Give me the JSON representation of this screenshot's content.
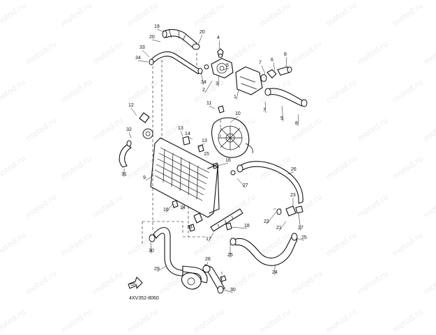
{
  "watermark": "motod.ru",
  "diagram_code": "4XV352-8060",
  "callouts": [
    {
      "id": "c19",
      "num": "19"
    },
    {
      "id": "c20a",
      "num": "20"
    },
    {
      "id": "c20b",
      "num": "20"
    },
    {
      "id": "c4",
      "num": "4"
    },
    {
      "id": "c33",
      "num": "33"
    },
    {
      "id": "c34a",
      "num": "34"
    },
    {
      "id": "c34b",
      "num": "34"
    },
    {
      "id": "c5",
      "num": "5"
    },
    {
      "id": "c3",
      "num": "3"
    },
    {
      "id": "c2",
      "num": "2"
    },
    {
      "id": "c1",
      "num": "1"
    },
    {
      "id": "c7a",
      "num": "7"
    },
    {
      "id": "c6",
      "num": "6"
    },
    {
      "id": "c8a",
      "num": "8"
    },
    {
      "id": "c7b",
      "num": "7"
    },
    {
      "id": "c5b",
      "num": "5"
    },
    {
      "id": "c8b",
      "num": "8"
    },
    {
      "id": "c11",
      "num": "11"
    },
    {
      "id": "c10",
      "num": "10"
    },
    {
      "id": "c12",
      "num": "12"
    },
    {
      "id": "c32",
      "num": "32"
    },
    {
      "id": "c13a",
      "num": "13"
    },
    {
      "id": "c14a",
      "num": "14"
    },
    {
      "id": "c13b",
      "num": "13"
    },
    {
      "id": "c31",
      "num": "31"
    },
    {
      "id": "c9",
      "num": "9"
    },
    {
      "id": "c15",
      "num": "15"
    },
    {
      "id": "c16a",
      "num": "16"
    },
    {
      "id": "c26",
      "num": "26"
    },
    {
      "id": "c27a",
      "num": "27"
    },
    {
      "id": "c23",
      "num": "23"
    },
    {
      "id": "c16b",
      "num": "16"
    },
    {
      "id": "c14b",
      "num": "14"
    },
    {
      "id": "c22",
      "num": "22"
    },
    {
      "id": "c21",
      "num": "21"
    },
    {
      "id": "c27b",
      "num": "27"
    },
    {
      "id": "c13c",
      "num": "13"
    },
    {
      "id": "c18",
      "num": "18"
    },
    {
      "id": "c25a",
      "num": "25"
    },
    {
      "id": "c17",
      "num": "17"
    },
    {
      "id": "c25b",
      "num": "25"
    },
    {
      "id": "c30a",
      "num": "30"
    },
    {
      "id": "c24",
      "num": "24"
    },
    {
      "id": "c29",
      "num": "29"
    },
    {
      "id": "c28",
      "num": "28"
    },
    {
      "id": "c30b",
      "num": "30"
    }
  ]
}
